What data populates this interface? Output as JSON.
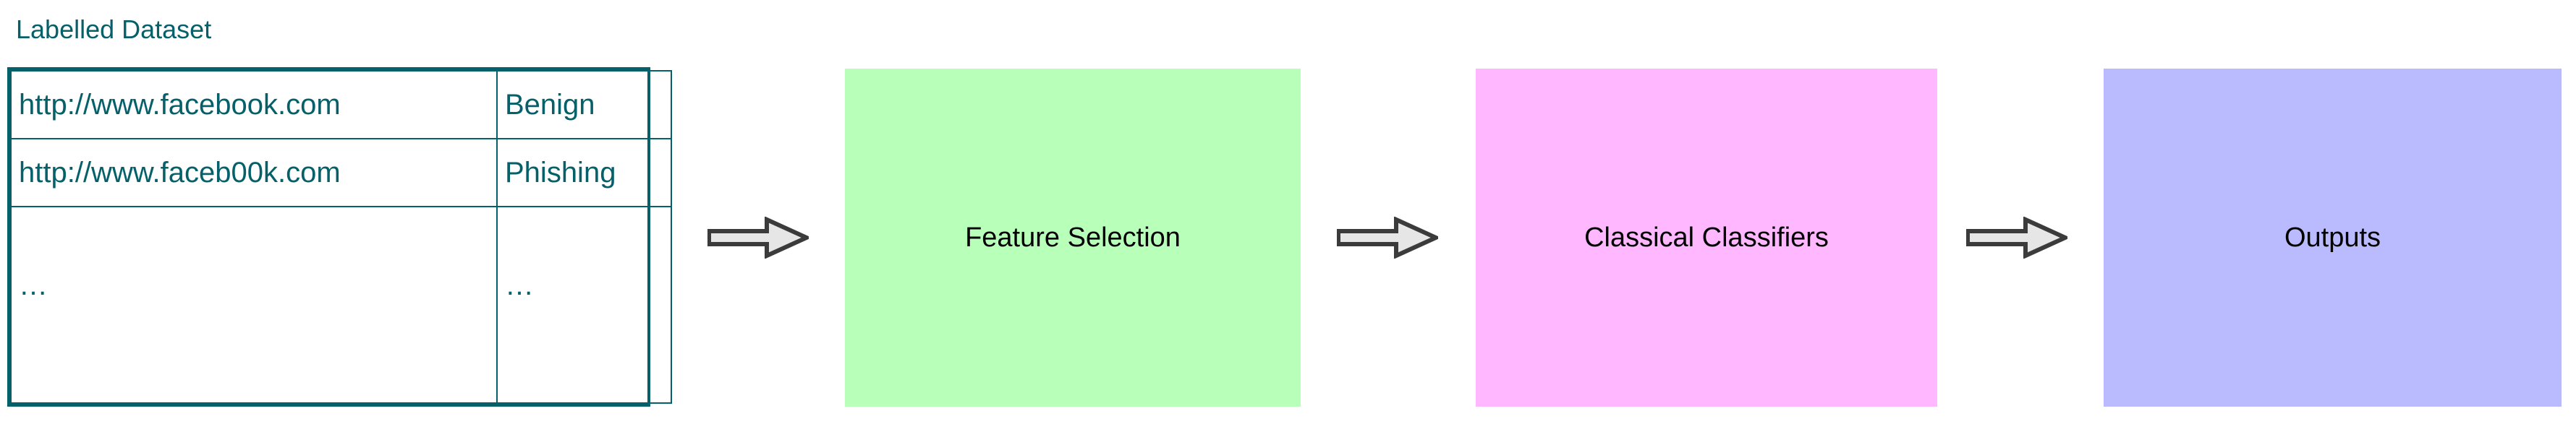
{
  "diagram": {
    "type": "pipeline-flowchart",
    "background_color": "#ffffff"
  },
  "dataset": {
    "title": "Labelled Dataset",
    "title_color": "#06606a",
    "border_color": "#06606a",
    "text_color": "#06606a",
    "rows": [
      {
        "url": "http://www.facebook.com",
        "label": "Benign"
      },
      {
        "url": "http://www.faceb00k.com",
        "label": "Phishing"
      },
      {
        "url": "…",
        "label": "…"
      }
    ]
  },
  "stages": [
    {
      "id": "feature-selection",
      "label": "Feature Selection",
      "fill": "#b8ffba",
      "text_color": "#000000"
    },
    {
      "id": "classical-classifiers",
      "label": "Classical Classifiers",
      "fill": "#ffb8ff",
      "text_color": "#000000"
    },
    {
      "id": "outputs",
      "label": "Outputs",
      "fill": "#babaff",
      "text_color": "#000000"
    }
  ],
  "arrows": [
    {
      "id": "arrow-dataset-to-features",
      "direction": "right",
      "fill": "#e6e6e6",
      "stroke": "#3b3b3b"
    },
    {
      "id": "arrow-features-to-classifiers",
      "direction": "right",
      "fill": "#e6e6e6",
      "stroke": "#3b3b3b"
    },
    {
      "id": "arrow-classifiers-to-outputs",
      "direction": "right",
      "fill": "#e6e6e6",
      "stroke": "#3b3b3b"
    }
  ]
}
